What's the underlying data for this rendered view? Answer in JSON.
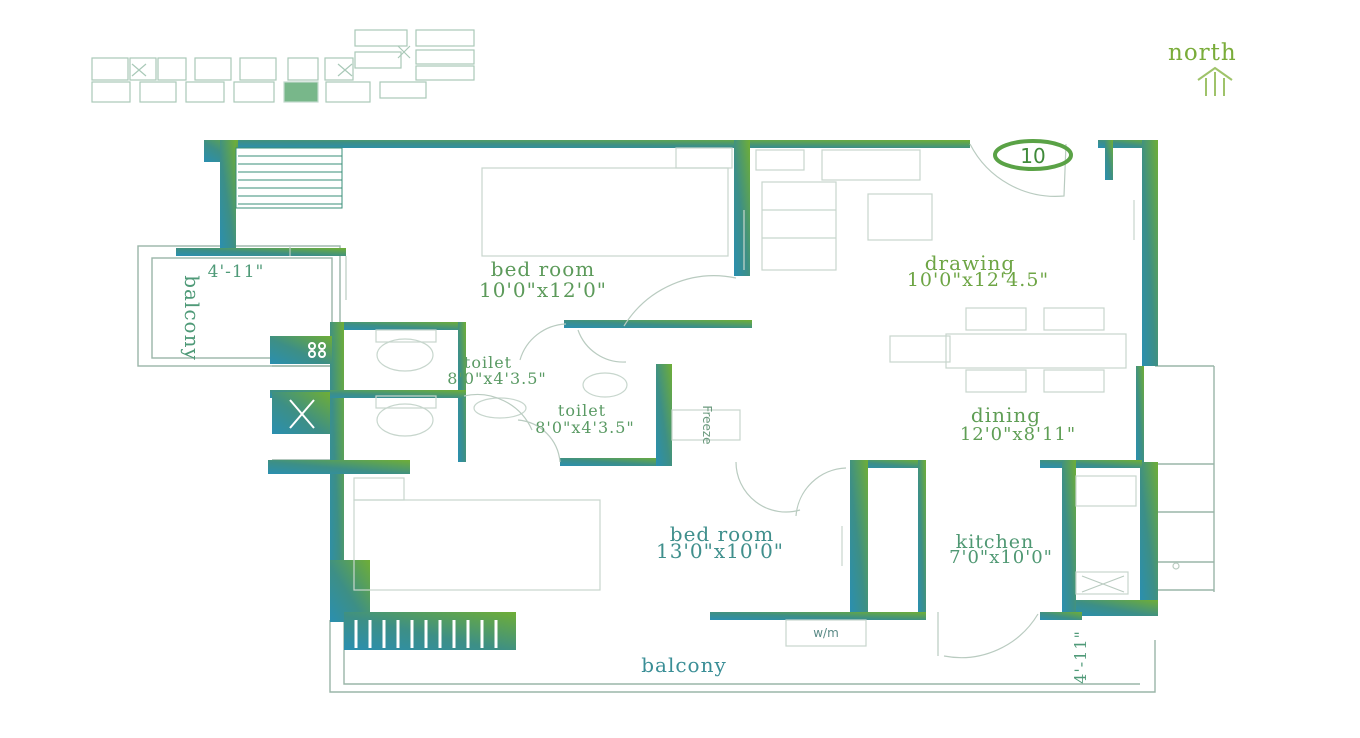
{
  "north": {
    "label": "north"
  },
  "unit_badge": "10",
  "rooms": {
    "bedroom1": {
      "name": "bed room",
      "size": "10'0\"x12'0\""
    },
    "drawing": {
      "name": "drawing",
      "size": "10'0\"x12'4.5\""
    },
    "toilet1": {
      "name": "toilet",
      "size": "8'0\"x4'3.5\""
    },
    "toilet2": {
      "name": "toilet",
      "size": "8'0\"x4'3.5\""
    },
    "dining": {
      "name": "dining",
      "size": "12'0\"x8'11\""
    },
    "bedroom2": {
      "name": "bed room",
      "size": "13'0\"x10'0\""
    },
    "kitchen": {
      "name": "kitchen",
      "size": "7'0\"x10'0\""
    },
    "balcony_left": {
      "name": "balcony",
      "size": "4'-11\""
    },
    "balcony_bottom": {
      "name": "balcony",
      "size": "4'-11\""
    }
  },
  "fixtures": {
    "freeze": "Freeze",
    "washing_machine": "w/m"
  },
  "colors": {
    "teal": "#2a8aa3",
    "mid": "#4a9a78",
    "green": "#6fa83e",
    "text": "#5f9a3a",
    "line": "#bfcfc4"
  }
}
